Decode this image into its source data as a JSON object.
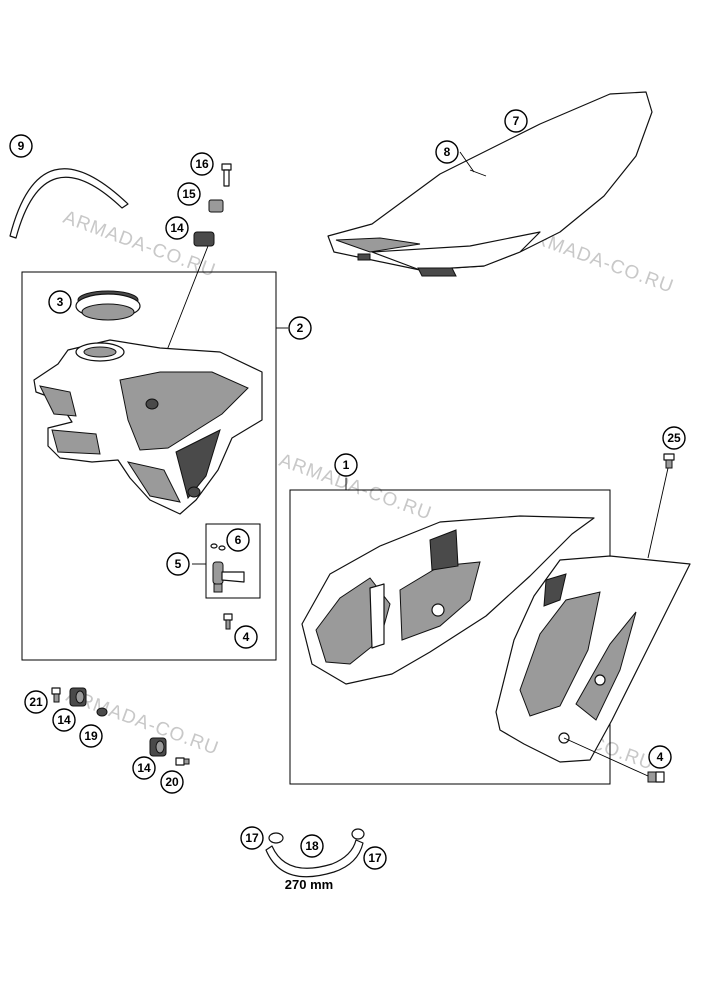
{
  "watermark": "ARMADA-CO.RU",
  "hose_length": "270 mm",
  "callouts": {
    "c1": "1",
    "c2": "2",
    "c3": "3",
    "c4a": "4",
    "c4b": "4",
    "c5": "5",
    "c6": "6",
    "c7": "7",
    "c8": "8",
    "c9": "9",
    "c14a": "14",
    "c14b": "14",
    "c14c": "14",
    "c15": "15",
    "c16": "16",
    "c17a": "17",
    "c17b": "17",
    "c18": "18",
    "c19": "19",
    "c20": "20",
    "c21": "21",
    "c25": "25"
  }
}
